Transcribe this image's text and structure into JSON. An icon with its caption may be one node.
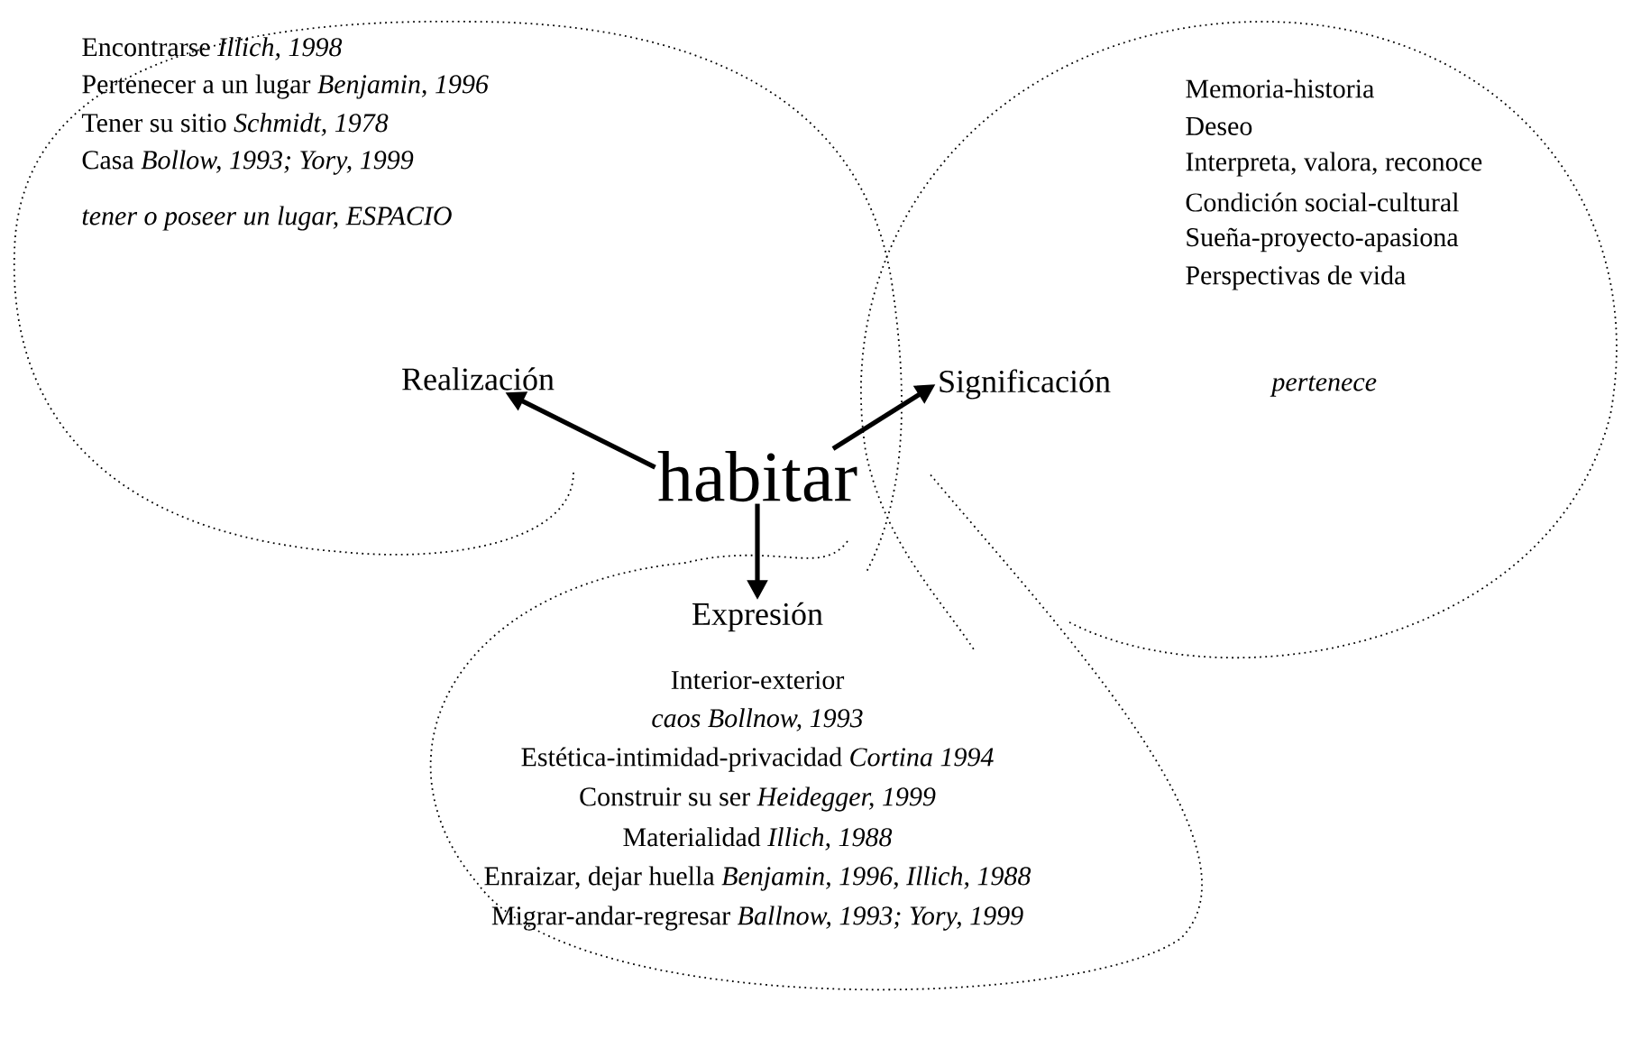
{
  "diagram": {
    "nodes": [
      {
        "text": [
          "Encontrarse *Illich, 1998*",
          "Pertenecer a un lugar *Benjamin, 1996*",
          "Tener su sitio *Schmidt, 1978*",
          "Casa *Bollow, 1993; Yory, 1999*",
          "tener o poseer un lugar, ESPACIO"
        ]
      },
      {
        "text": [
          "Realización"
        ]
      },
      {
        "text": [
          "Memoria-historia",
          "Deseo",
          "Interpreta, valora, reconoce",
          "Condición social-cultural",
          "Sueña-proyecto-apasiona",
          "Perspectivas de vida"
        ]
      },
      {
        "text": [
          "Significación"
        ]
      },
      {
        "text": [
          "habitar"
        ]
      },
      {
        "text": [
          "Interior-exterior",
          "caos Bollnow, 1993",
          "Estética-intimidad-privacidad *Cortina 1994*",
          "Construir su ser *Heidegger, 1999*",
          "Materialidad *Illich, 1988*",
          "Enraizar, dejar huella *Benjamin, 1996, Illich, 1988*",
          "Migrar-andar-regresar *Ballnow, 1993; Yory, 1999*"
        ]
      },
      {
        "text": [
          "Expresión"
        ]
      }
    ],
    "edges": [
      {
        "from": 4,
        "to": 1,
        "arrow": "to"
      },
      {
        "from": 4,
        "to": 3,
        "arrow": "to"
      },
      {
        "from": 4,
        "to": 6,
        "arrow": "to"
      }
    ],
    "labels": [
      "pertenece"
    ]
  }
}
